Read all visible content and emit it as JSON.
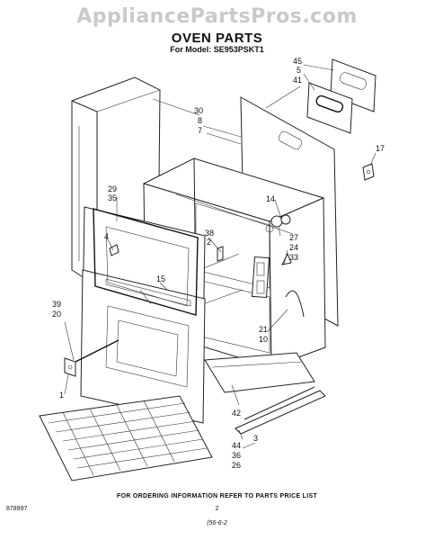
{
  "watermark": "AppliancePartsPros.com",
  "title": "OVEN PARTS",
  "model_line": "For Model: SE953PSKT1",
  "footer_note": "FOR ORDERING INFORMATION REFER TO PARTS PRICE LIST",
  "page_number": "2",
  "doc_number": "878997",
  "revision": "(56-6-2",
  "callouts": {
    "c45": "45",
    "c5": "5",
    "c41": "41",
    "c30": "30",
    "c8": "8",
    "c7": "7",
    "c17": "17",
    "c14": "14",
    "c27": "27",
    "c24": "24",
    "c33": "33",
    "c29": "29",
    "c35": "35",
    "c38": "38",
    "c2": "2",
    "c4": "4",
    "c15": "15",
    "c39": "39",
    "c20": "20",
    "c1": "1",
    "c21": "21",
    "c10": "10",
    "c42": "42",
    "c44": "44",
    "c36": "36",
    "c26": "26",
    "c3": "3"
  }
}
